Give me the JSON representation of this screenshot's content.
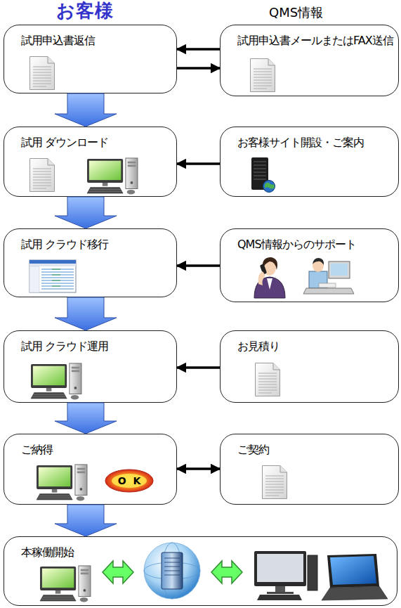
{
  "diagram": {
    "nodes": [
      {
        "text": [
          "試用申込書返信"
        ]
      },
      {
        "text": [
          "試用申込書メールまたはFAX送信"
        ]
      },
      {
        "text": [
          "試用 ダウンロード"
        ]
      },
      {
        "text": [
          "お客様サイト開設・ご案内"
        ]
      },
      {
        "text": [
          "試用 クラウド移行"
        ]
      },
      {
        "text": [
          "QMS情報からのサポート"
        ]
      },
      {
        "text": [
          "試用 クラウド運用"
        ]
      },
      {
        "text": [
          "お見積り"
        ]
      },
      {
        "text": [
          "ご納得"
        ]
      },
      {
        "text": [
          "ご契約"
        ]
      },
      {
        "text": [
          "本稼働開始"
        ]
      }
    ],
    "edges": [
      {
        "from": 1,
        "to": 0,
        "arrow": "to"
      },
      {
        "from": 0,
        "to": 1,
        "arrow": "to"
      },
      {
        "from": 3,
        "to": 2,
        "arrow": "to"
      },
      {
        "from": 5,
        "to": 4,
        "arrow": "to"
      },
      {
        "from": 7,
        "to": 6,
        "arrow": "to"
      },
      {
        "from": 8,
        "to": 9,
        "arrow": "both"
      },
      {
        "from": 0,
        "to": 2,
        "arrow": "to"
      },
      {
        "from": 2,
        "to": 4,
        "arrow": "to"
      },
      {
        "from": 4,
        "to": 6,
        "arrow": "to"
      },
      {
        "from": 6,
        "to": 8,
        "arrow": "to"
      },
      {
        "from": 8,
        "to": 10,
        "arrow": "to"
      }
    ],
    "labels": [
      "お客様",
      "QMS情報",
      "OK"
    ]
  }
}
